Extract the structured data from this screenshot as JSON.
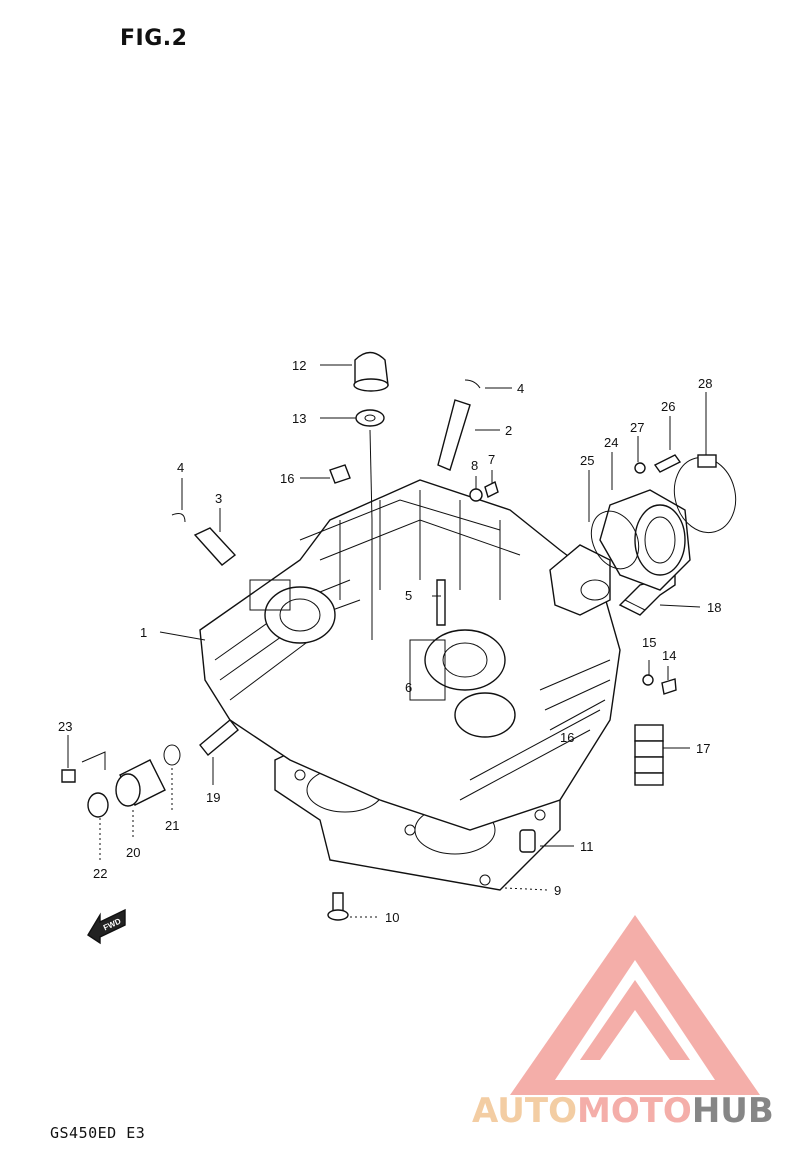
{
  "figure": {
    "title": "FIG.2",
    "model_code": "GS450ED  E3"
  },
  "fwd_marker": "FWD",
  "callouts": [
    {
      "id": "c1",
      "label": "1"
    },
    {
      "id": "c2",
      "label": "2"
    },
    {
      "id": "c3",
      "label": "3"
    },
    {
      "id": "c4a",
      "label": "4"
    },
    {
      "id": "c4b",
      "label": "4"
    },
    {
      "id": "c5",
      "label": "5"
    },
    {
      "id": "c6",
      "label": "6"
    },
    {
      "id": "c7",
      "label": "7"
    },
    {
      "id": "c8",
      "label": "8"
    },
    {
      "id": "c9",
      "label": "9"
    },
    {
      "id": "c10",
      "label": "10"
    },
    {
      "id": "c11",
      "label": "11"
    },
    {
      "id": "c12",
      "label": "12"
    },
    {
      "id": "c13",
      "label": "13"
    },
    {
      "id": "c14",
      "label": "14"
    },
    {
      "id": "c15",
      "label": "15"
    },
    {
      "id": "c16a",
      "label": "16"
    },
    {
      "id": "c16b",
      "label": "16"
    },
    {
      "id": "c17",
      "label": "17"
    },
    {
      "id": "c18",
      "label": "18"
    },
    {
      "id": "c19",
      "label": "19"
    },
    {
      "id": "c20",
      "label": "20"
    },
    {
      "id": "c21",
      "label": "21"
    },
    {
      "id": "c22",
      "label": "22"
    },
    {
      "id": "c23",
      "label": "23"
    },
    {
      "id": "c24",
      "label": "24"
    },
    {
      "id": "c25",
      "label": "25"
    },
    {
      "id": "c26",
      "label": "26"
    },
    {
      "id": "c27",
      "label": "27"
    },
    {
      "id": "c28",
      "label": "28"
    }
  ],
  "watermark": {
    "part1": "AUTO",
    "part2": "MOTO",
    "part3": "HUB"
  }
}
